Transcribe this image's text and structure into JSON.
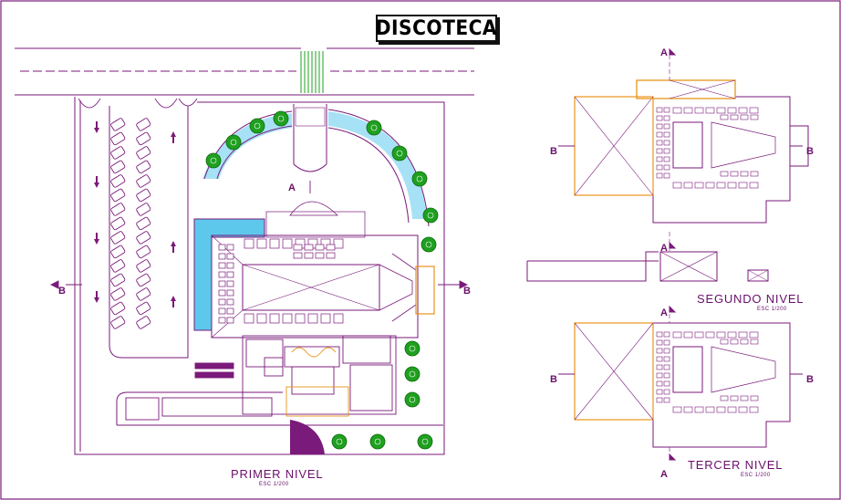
{
  "title": "DISCOTECA",
  "plans": [
    {
      "name": "PRIMER NIVEL",
      "scale": "ESC 1/200"
    },
    {
      "name": "SEGUNDO NIVEL",
      "scale": "ESC 1/200"
    },
    {
      "name": "TERCER NIVEL",
      "scale": "ESC 1/200"
    }
  ],
  "section_marks": {
    "a": "A",
    "b": "B"
  },
  "colors": {
    "outline": "#7a1a7a",
    "pool": "#5ec8ec",
    "tree": "#1fa01f",
    "accent": "#e8941a",
    "ink": "#111111"
  }
}
